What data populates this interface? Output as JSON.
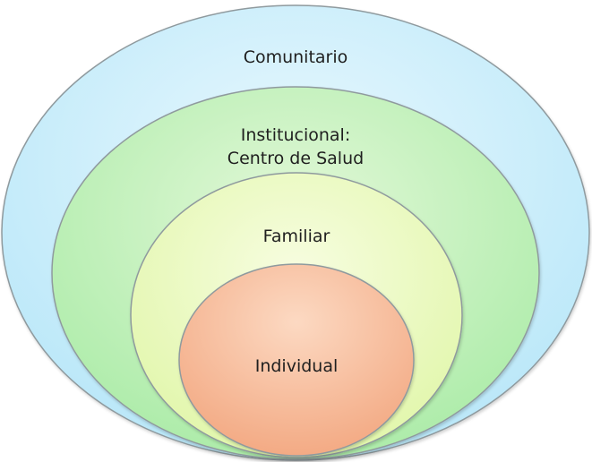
{
  "diagram": {
    "layers": [
      {
        "id": "comunitario",
        "lines": [
          "Comunitario"
        ],
        "color": "#cdeefb"
      },
      {
        "id": "institucional",
        "lines": [
          "Institucional:",
          "Centro de Salud"
        ],
        "color": "#c9f1c7"
      },
      {
        "id": "familiar",
        "lines": [
          "Familiar"
        ],
        "color": "#eefbc5"
      },
      {
        "id": "individual",
        "lines": [
          "Individual"
        ],
        "color": "#f8c3a6"
      }
    ],
    "outline_color": "#8f9a9e"
  }
}
